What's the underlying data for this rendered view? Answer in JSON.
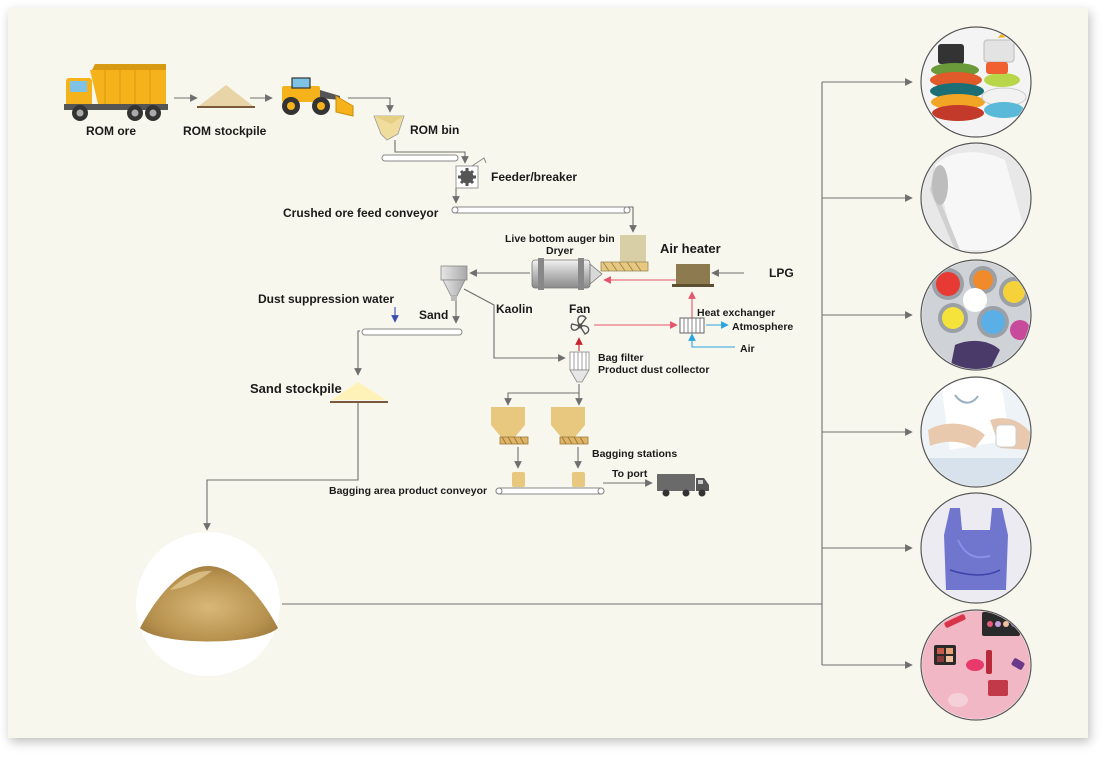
{
  "labels": {
    "rom_ore": "ROM ore",
    "rom_stockpile": "ROM stockpile",
    "rom_bin": "ROM bin",
    "feeder_breaker": "Feeder/breaker",
    "crushed_ore_feed_conveyor": "Crushed ore feed conveyor",
    "live_bottom_auger_bin": "Live bottom auger bin",
    "dryer": "Dryer",
    "air_heater": "Air heater",
    "lpg": "LPG",
    "dust_suppression_water": "Dust suppression water",
    "sand": "Sand",
    "kaolin": "Kaolin",
    "fan": "Fan",
    "heat_exchanger": "Heat exchanger",
    "atmosphere": "Atmosphere",
    "air": "Air",
    "bag_filter": "Bag filter",
    "product_dust_collector": "Product dust collector",
    "sand_stockpile": "Sand stockpile",
    "bagging_stations": "Bagging stations",
    "to_port": "To port",
    "bagging_area_product_conveyor": "Bagging area product conveyor"
  },
  "colors": {
    "panel_bg": "#f8f7ed",
    "line": "#6f6f6f",
    "hot_gas": "#e8546b",
    "air": "#2aa6df",
    "water": "#3b4fb0",
    "fan_outlet": "#c8262e",
    "hopper_fill": "#e8c77e",
    "auger_bin": "#d9cfa6",
    "air_heater": "#8d7a4e",
    "sand_pile": "#fff2b8",
    "truck_yellow": "#f5b21b"
  },
  "applications": [
    {
      "icon": "ceramics-cups-icon"
    },
    {
      "icon": "paper-roll-icon"
    },
    {
      "icon": "paint-cans-icon"
    },
    {
      "icon": "pharmaceutical-pills-icon"
    },
    {
      "icon": "plastic-bag-icon"
    },
    {
      "icon": "cosmetics-icon"
    }
  ]
}
